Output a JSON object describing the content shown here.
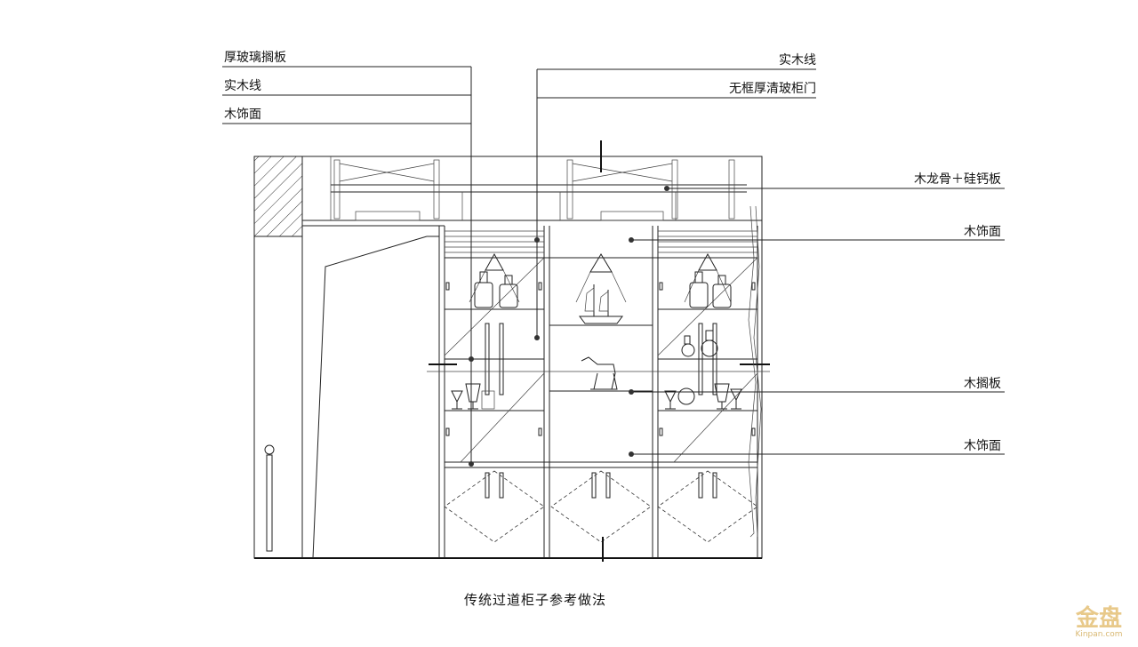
{
  "labels_left": [
    {
      "text": "厚玻璃搁板"
    },
    {
      "text": "实木线"
    },
    {
      "text": "木饰面"
    }
  ],
  "labels_top_right": [
    {
      "text": "实木线"
    },
    {
      "text": "无框厚清玻柜门"
    }
  ],
  "labels_right": [
    {
      "text": "木龙骨＋硅钙板"
    },
    {
      "text": "木饰面"
    },
    {
      "text": "木搁板"
    },
    {
      "text": "木饰面"
    }
  ],
  "caption": "传统过道柜子参考做法",
  "watermark": {
    "text": "金盘",
    "subtext": "Kinpan.com",
    "color": "#e8c98a"
  }
}
